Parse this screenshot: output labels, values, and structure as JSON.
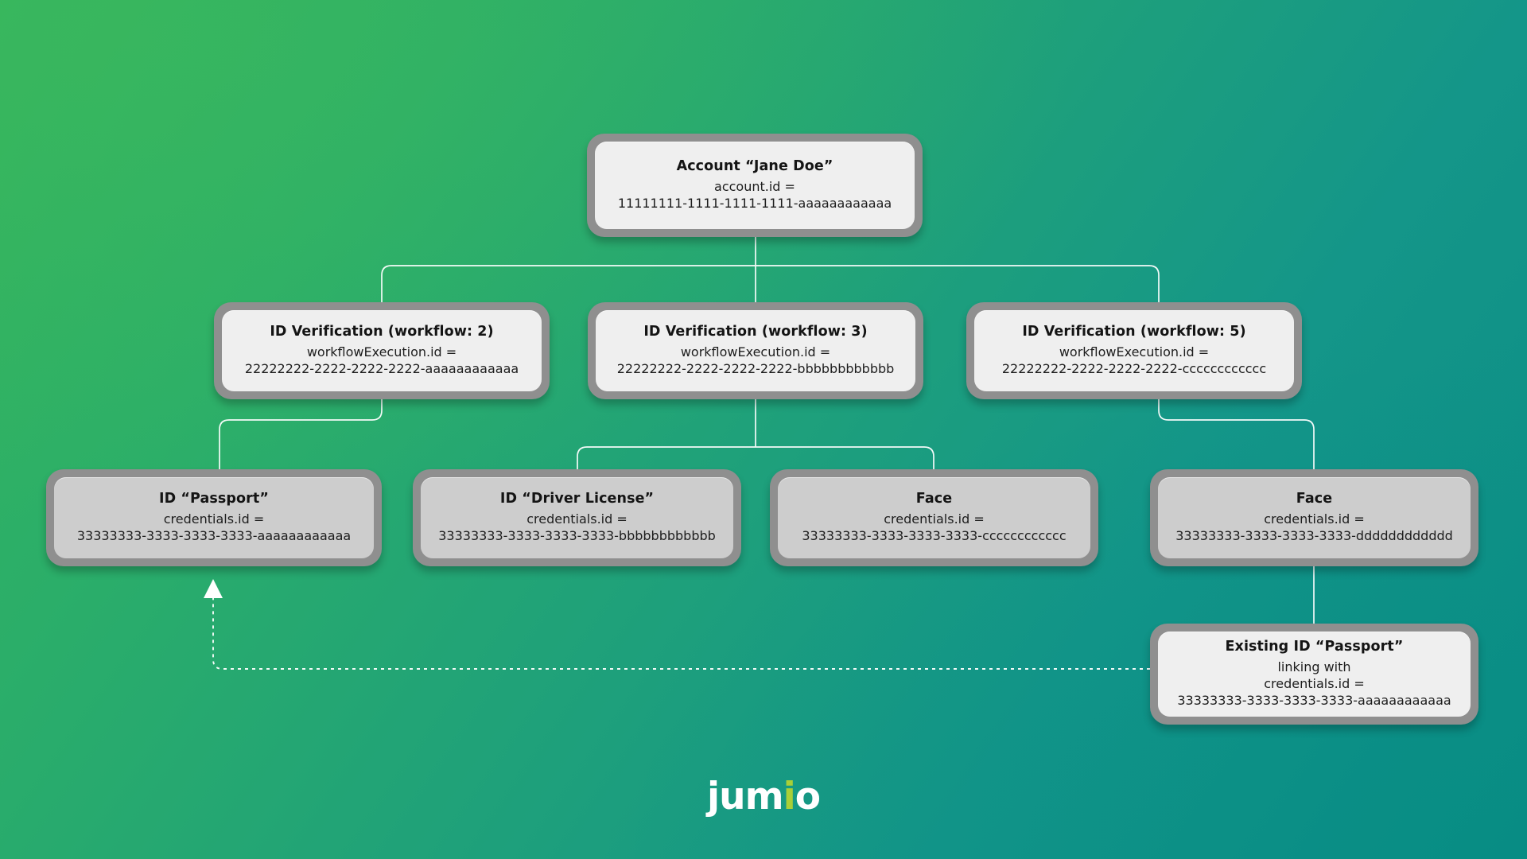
{
  "diagram": {
    "title": "Jumio account / workflow / credentials relationship diagram",
    "background": {
      "from": "#33b45e",
      "to": "#0b8d85"
    },
    "edge_color": "#ffffff",
    "node_frame_color": "#8f8f8f",
    "node_light_fill": "#efefef",
    "node_gray_fill": "#cdcdcd"
  },
  "nodes": {
    "account": {
      "title": "Account “Jane Doe”",
      "line1": "account.id =",
      "line2": "11111111-1111-1111-1111-aaaaaaaaaaaa"
    },
    "workflow2": {
      "title": "ID Verification (workflow: 2)",
      "line1": "workflowExecution.id =",
      "line2": "22222222-2222-2222-2222-aaaaaaaaaaaa"
    },
    "workflow3": {
      "title": "ID Verification (workflow: 3)",
      "line1": "workflowExecution.id =",
      "line2": "22222222-2222-2222-2222-bbbbbbbbbbbb"
    },
    "workflow5": {
      "title": "ID Verification (workflow: 5)",
      "line1": "workflowExecution.id =",
      "line2": "22222222-2222-2222-2222-cccccccccccc"
    },
    "credPassport": {
      "title": "ID “Passport”",
      "line1": "credentials.id =",
      "line2": "33333333-3333-3333-3333-aaaaaaaaaaaa"
    },
    "credDriverLicense": {
      "title": "ID “Driver License”",
      "line1": "credentials.id =",
      "line2": "33333333-3333-3333-3333-bbbbbbbbbbbb"
    },
    "credFaceC": {
      "title": "Face",
      "line1": "credentials.id =",
      "line2": "33333333-3333-3333-3333-cccccccccccc"
    },
    "credFaceD": {
      "title": "Face",
      "line1": "credentials.id =",
      "line2": "33333333-3333-3333-3333-dddddddddddd"
    },
    "existingPassport": {
      "title": "Existing ID “Passport”",
      "line1": "linking with",
      "line2": "credentials.id =",
      "line3": "33333333-3333-3333-3333-aaaaaaaaaaaa"
    }
  },
  "logo": {
    "text_before": "jum",
    "text_accent": "i",
    "text_after": "o",
    "accent_color": "#a8cf38"
  }
}
